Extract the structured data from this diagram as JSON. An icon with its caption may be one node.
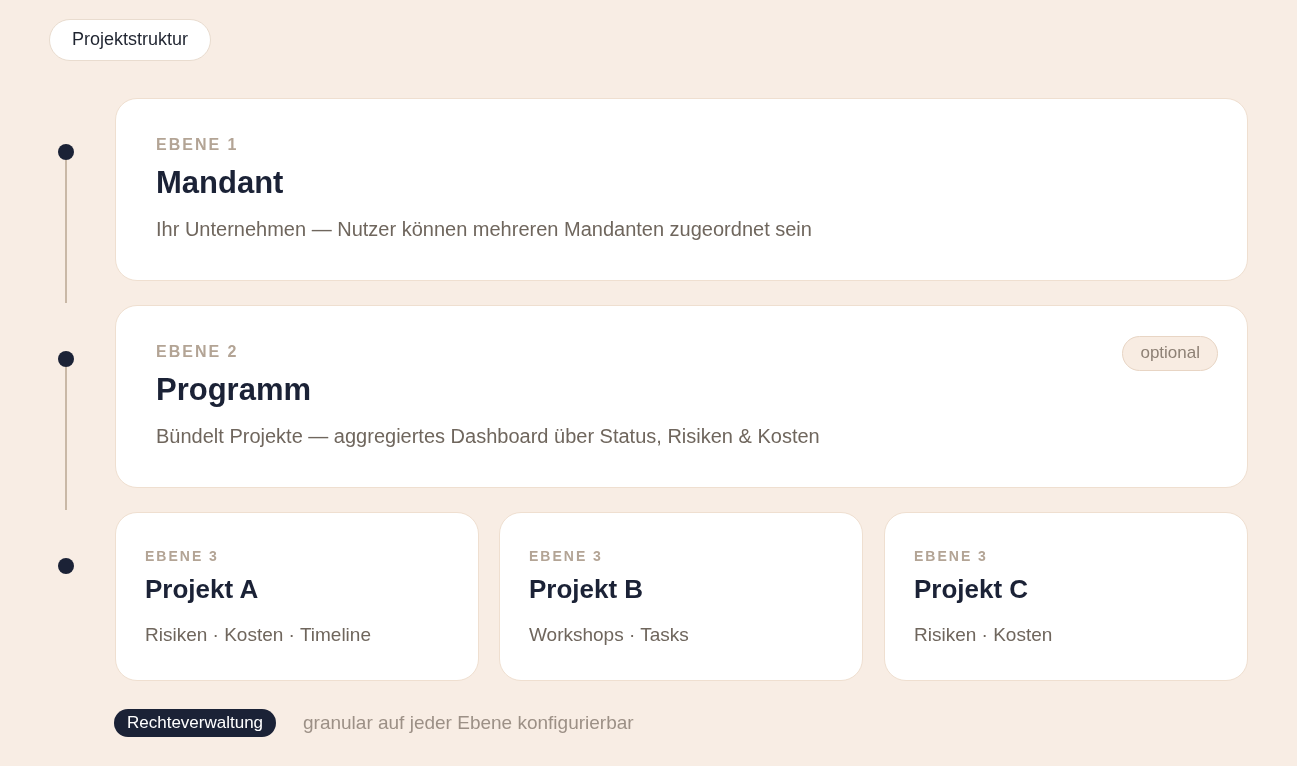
{
  "diagram": {
    "nodes": [
      {
        "text": [
          "Projektstruktur"
        ]
      },
      {
        "text": [],
        "shape": "circle"
      },
      {
        "text": [
          "EBENE 1",
          "Mandant",
          "Ihr Unternehmen — Nutzer können mehreren Mandanten zugeordnet sein"
        ]
      },
      {
        "text": [],
        "shape": "circle"
      },
      {
        "text": [
          "EBENE 2",
          "Programm",
          "Bündelt Projekte — aggregiertes Dashboard über Status, Risiken & Kosten"
        ]
      },
      {
        "text": [
          "optional"
        ],
        "in": 4
      },
      {
        "text": [],
        "shape": "circle"
      },
      {
        "text": [
          "EBENE 3",
          "Projekt A",
          "Risiken · Kosten · Timeline"
        ]
      },
      {
        "text": [
          "EBENE 3",
          "Projekt B",
          "Workshops · Tasks"
        ]
      },
      {
        "text": [
          "EBENE 3",
          "Projekt C",
          "Risiken · Kosten"
        ]
      },
      {
        "text": [
          "Rechteverwaltung"
        ],
        "beside": [
          "granular auf jeder Ebene konfigurierbar"
        ]
      }
    ],
    "edges": [
      {
        "from": 1,
        "to": null,
        "arrow": "none"
      },
      {
        "from": 3,
        "to": null,
        "arrow": "none"
      }
    ]
  }
}
